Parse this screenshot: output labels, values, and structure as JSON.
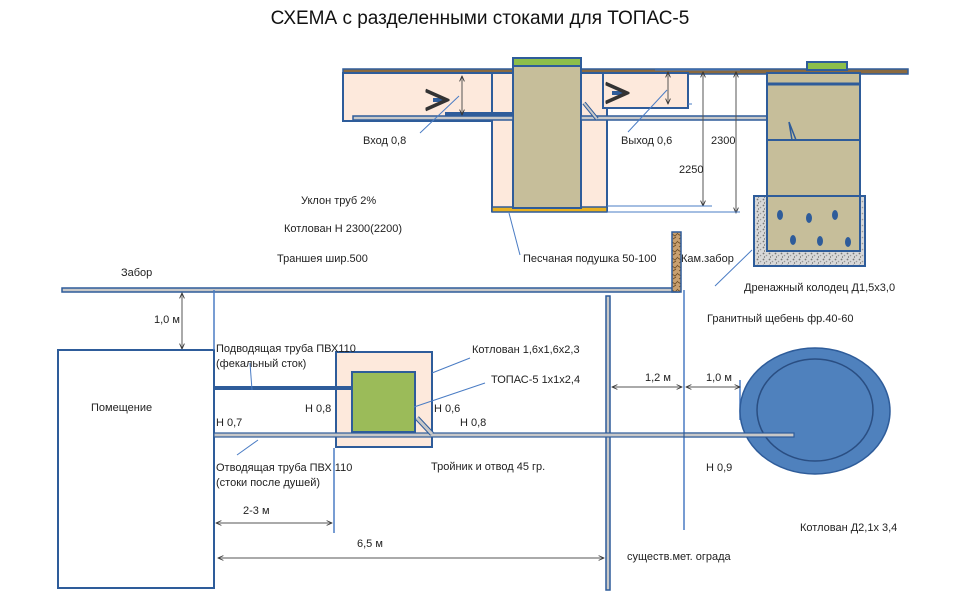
{
  "title": "СХЕМА с разделенными стоками для ТОПАС-5",
  "colors": {
    "outline": "#2e5c9a",
    "thin_line": "#4a7cc4",
    "trench_fill": "#fde9dc",
    "tank_fill": "#c6be9a",
    "lid_fill": "#8cbe4a",
    "topas_fill": "#9bbb59",
    "sand": "#e8b020",
    "pond_fill": "#4f81bd",
    "pipe_fill": "#c8c8c8"
  },
  "section": {
    "inlet_label": "Вход 0,8",
    "outlet_label": "Выход 0,6",
    "depth_2300": "2300",
    "depth_2250": "2250",
    "slope": "Уклон труб  2%",
    "pit": "Котлован Н 2300(2200)",
    "trench": "Траншея шир.500",
    "sand_cushion": "Песчаная подушка 50-100",
    "stone_fence": "Кам.забор",
    "drain_well": "Дренажный колодец Д1,5х3,0",
    "granite": "Гранитный щебень фр.40-60"
  },
  "plan": {
    "fence": "Забор",
    "fence_gap": "1,0 м",
    "room": "Помещение",
    "supply_pipe_1": "Подводящая труба ПВХ110",
    "supply_pipe_2": "(фекальный сток)",
    "drain_pipe_1": "Отводящая труба ПВХ 110",
    "drain_pipe_2": "(стоки после душей)",
    "h_07": "Н 0,7",
    "h_08_in": "Н 0,8",
    "h_06": "Н 0,6",
    "h_08_out": "Н 0,8",
    "h_09": "Н 0,9",
    "pit_topas": "Котлован 1,6х1,6х2,3",
    "topas": "ТОПАС-5 1х1х2,4",
    "tee": "Тройник и отвод 45 гр.",
    "dist_2_3": "2-3 м",
    "dist_6_5": "6,5 м",
    "dist_1_2": "1,2 м",
    "dist_1_0": "1,0 м",
    "metal_fence": "существ.мет. ограда",
    "pond_pit": "Котлован Д2,1х 3,4"
  }
}
